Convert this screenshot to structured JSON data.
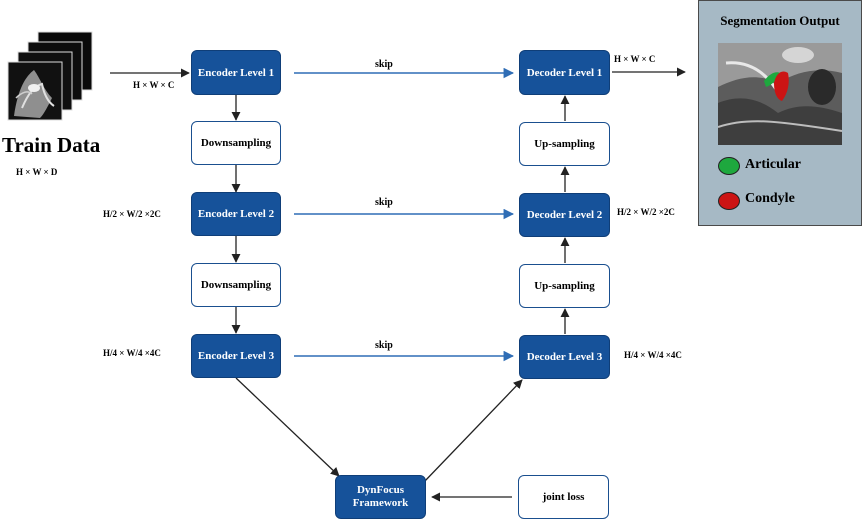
{
  "input": {
    "title": "Train Data",
    "dims": "H × W × D"
  },
  "encoder": {
    "level1": "Encoder Level 1",
    "level2": "Encoder Level 2",
    "level3": "Encoder Level 3",
    "down1": "Downsampling",
    "down2": "Downsampling",
    "dim1": "H × W × C",
    "dim2": "H/2 × W/2 ×2C",
    "dim3": "H/4 × W/4 ×4C"
  },
  "decoder": {
    "level1": "Decoder Level 1",
    "level2": "Decoder Level 2",
    "level3": "Decoder Level 3",
    "up1": "Up-sampling",
    "up2": "Up-sampling",
    "dim1": "H × W × C",
    "dim2": "H/2 × W/2 ×2C",
    "dim3": "H/4 × W/4 ×4C"
  },
  "skips": [
    "skip",
    "skip",
    "skip"
  ],
  "bottleneck": {
    "line1": "DynFocus",
    "line2": "Framework",
    "loss": "joint loss"
  },
  "output": {
    "title": "Segmentation Output",
    "legend": [
      {
        "label": "Articular",
        "color": "#1ea83e"
      },
      {
        "label": "Condyle",
        "color": "#cc1414"
      }
    ]
  },
  "colors": {
    "block_blue": "#16529a",
    "skip_arrow": "#2f6db5",
    "panel_bg": "#a6b9c5"
  }
}
